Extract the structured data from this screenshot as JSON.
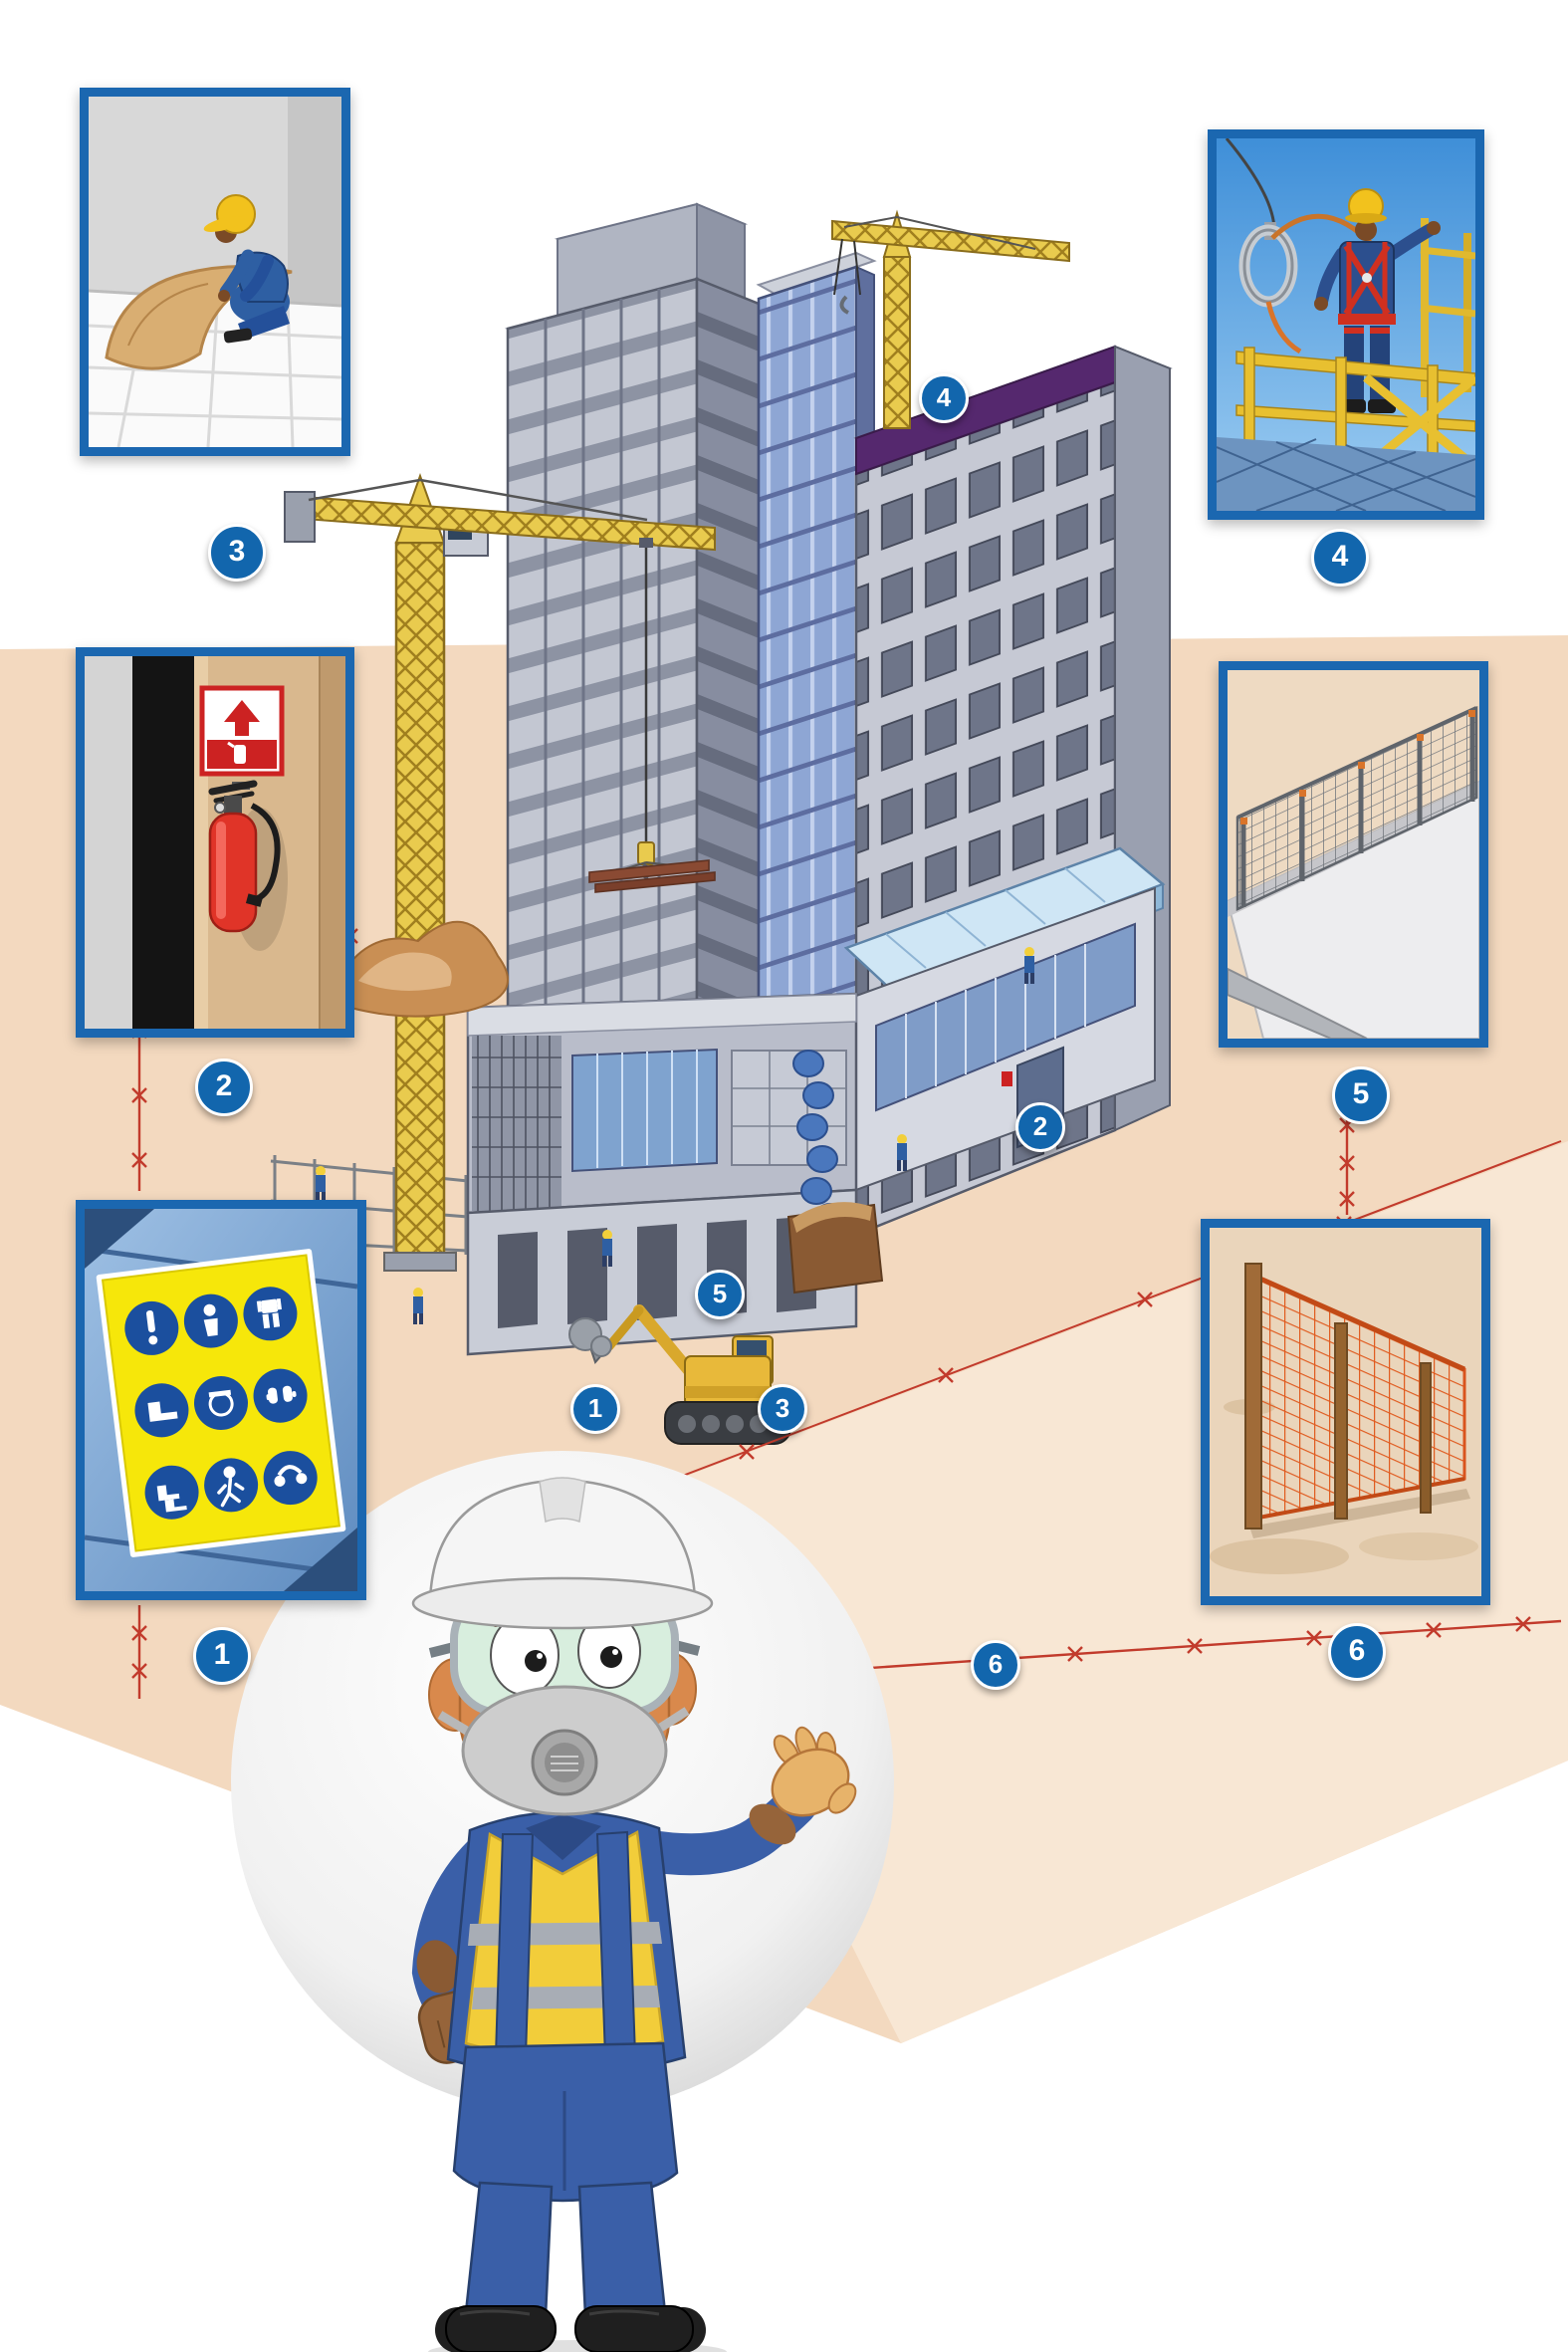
{
  "colors": {
    "badge_blue": "#1266ad",
    "panel_border_blue": "#1b67b0",
    "ground_tan": "#f3d9bf",
    "excavation_tan": "#f8e7d4",
    "boundary_line_red": "#c23b2c",
    "crane_yellow": "#e9cb4e",
    "safety_sign_yellow": "#f6e70a",
    "mandatory_sign_blue": "#1b4f9e",
    "barrier_mesh_orange": "#e05a1e"
  },
  "callout_panels": {
    "top_left": {
      "badge": "3",
      "name": "worker-handling-materials"
    },
    "middle_left": {
      "badge": "2",
      "name": "fire-extinguisher-station"
    },
    "bottom_left": {
      "badge": "1",
      "name": "mandatory-ppe-sign-board"
    },
    "top_right": {
      "badge": "4",
      "name": "fall-arrest-harness-worker"
    },
    "middle_right": {
      "badge": "5",
      "name": "slab-edge-mesh-protection"
    },
    "bottom_right": {
      "badge": "6",
      "name": "orange-barrier-fencing"
    }
  },
  "site_markers": {
    "marker_1": "1",
    "marker_2": "2",
    "marker_3": "3",
    "marker_4": "4",
    "marker_5": "5",
    "marker_6": "6"
  }
}
